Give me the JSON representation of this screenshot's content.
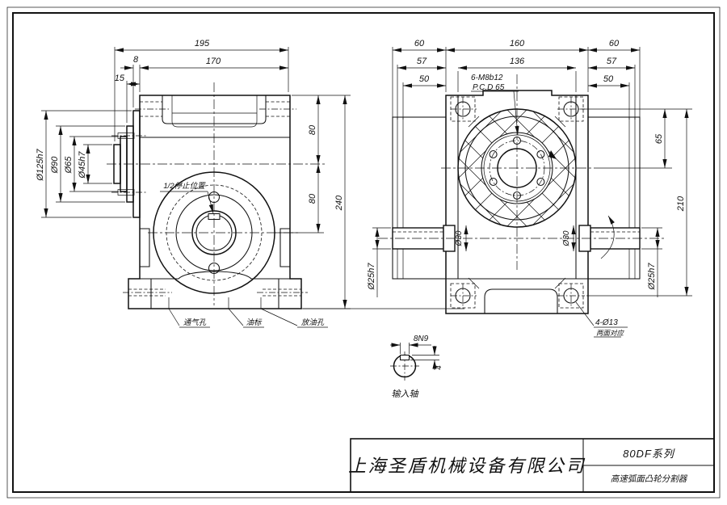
{
  "title_block": {
    "company": "上海圣盾机械设备有限公司",
    "series": "80DF系列",
    "product": "高速弧面凸轮分割器"
  },
  "left_view": {
    "dim_width_total": "195",
    "dim_width_body": "170",
    "dim_flange_thickness": "8",
    "dim_flange_offset": "15",
    "dim_height_top": "80",
    "dim_height_bottom": "80",
    "dim_height_total": "240",
    "dia_flange": "Ø125h7",
    "dia_boss": "Ø90",
    "dia_step": "Ø65",
    "dia_pilot": "Ø45h7",
    "note_key": "1/2停止位置",
    "label_vent": "通气孔",
    "label_oil": "油标",
    "label_drain": "放油孔"
  },
  "right_view": {
    "dim_60_left": "60",
    "dim_160": "160",
    "dim_60_right": "60",
    "dim_57_left": "57",
    "dim_136": "136",
    "dim_57_right": "57",
    "dim_50_left": "50",
    "dim_50_right": "50",
    "note_thread": "6-M8b12",
    "note_pcd": "P.C.D 65",
    "dim_65": "65",
    "dim_210": "210",
    "dia_shaft_left": "Ø25h7",
    "dia_shaft_right": "Ø25h7",
    "dia_collar_left": "Ø30",
    "dia_collar_right": "Ø30",
    "note_holes": "4-Ø13",
    "note_holes2": "两面对应"
  },
  "shaft_detail": {
    "keyway_width": "8N9",
    "keyway_depth": "4",
    "label": "输入轴"
  }
}
